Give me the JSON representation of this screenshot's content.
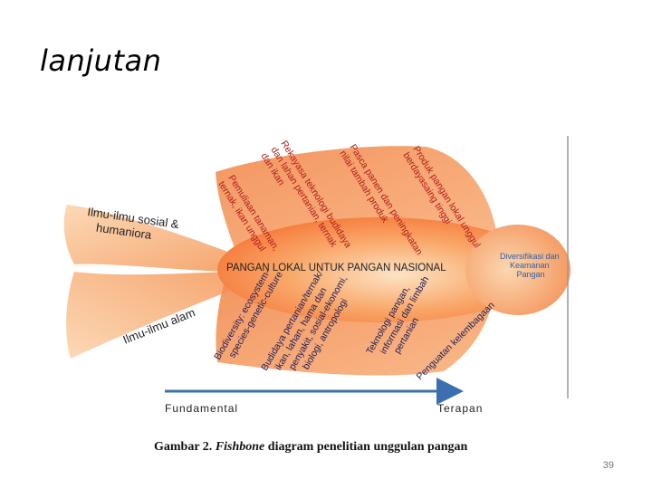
{
  "slide": {
    "title": "lanjutan",
    "page_number": "39"
  },
  "diagram": {
    "spine": "PANGAN LOKAL UNTUK PANGAN NASIONAL",
    "head": [
      "Diversifikasi dan",
      "Keamanan",
      "Pangan"
    ],
    "tail_upper": [
      "Ilmu-ilmu sosial &",
      "humaniora"
    ],
    "tail_lower": "Ilmu-ilmu alam",
    "upper_bones": [
      [
        "Pemuliaan tanaman,",
        "ternak, ikan unggul"
      ],
      [
        "Rekayasa teknologi budidaya",
        "dan lahan pertanian, ternak",
        "dan ikan"
      ],
      [
        "Pasca panen dan peningkatan",
        "nilai tambah produk"
      ],
      [
        "Produk pangan lokal unggul",
        "berdayasaing tinggi"
      ]
    ],
    "lower_bones": [
      [
        "Biodiversity: ecosystem-",
        "species-genetic-culture"
      ],
      [
        "Budidaya pertanian/ternak/",
        "ikan, lahan, hama dan",
        "penyakit, sosial-ekonomi,",
        "biologi, antropologi"
      ],
      [
        "Teknologi pangan,",
        "informasi dan limbah",
        "pertanian"
      ],
      [
        "Penguatan kelembagaan"
      ]
    ],
    "axis_start": "Fundamental",
    "axis_end": "Terapan"
  },
  "caption": {
    "prefix": "Gambar 2. ",
    "emphasis": "Fishbone",
    "suffix": " diagram penelitian unggulan pangan"
  }
}
